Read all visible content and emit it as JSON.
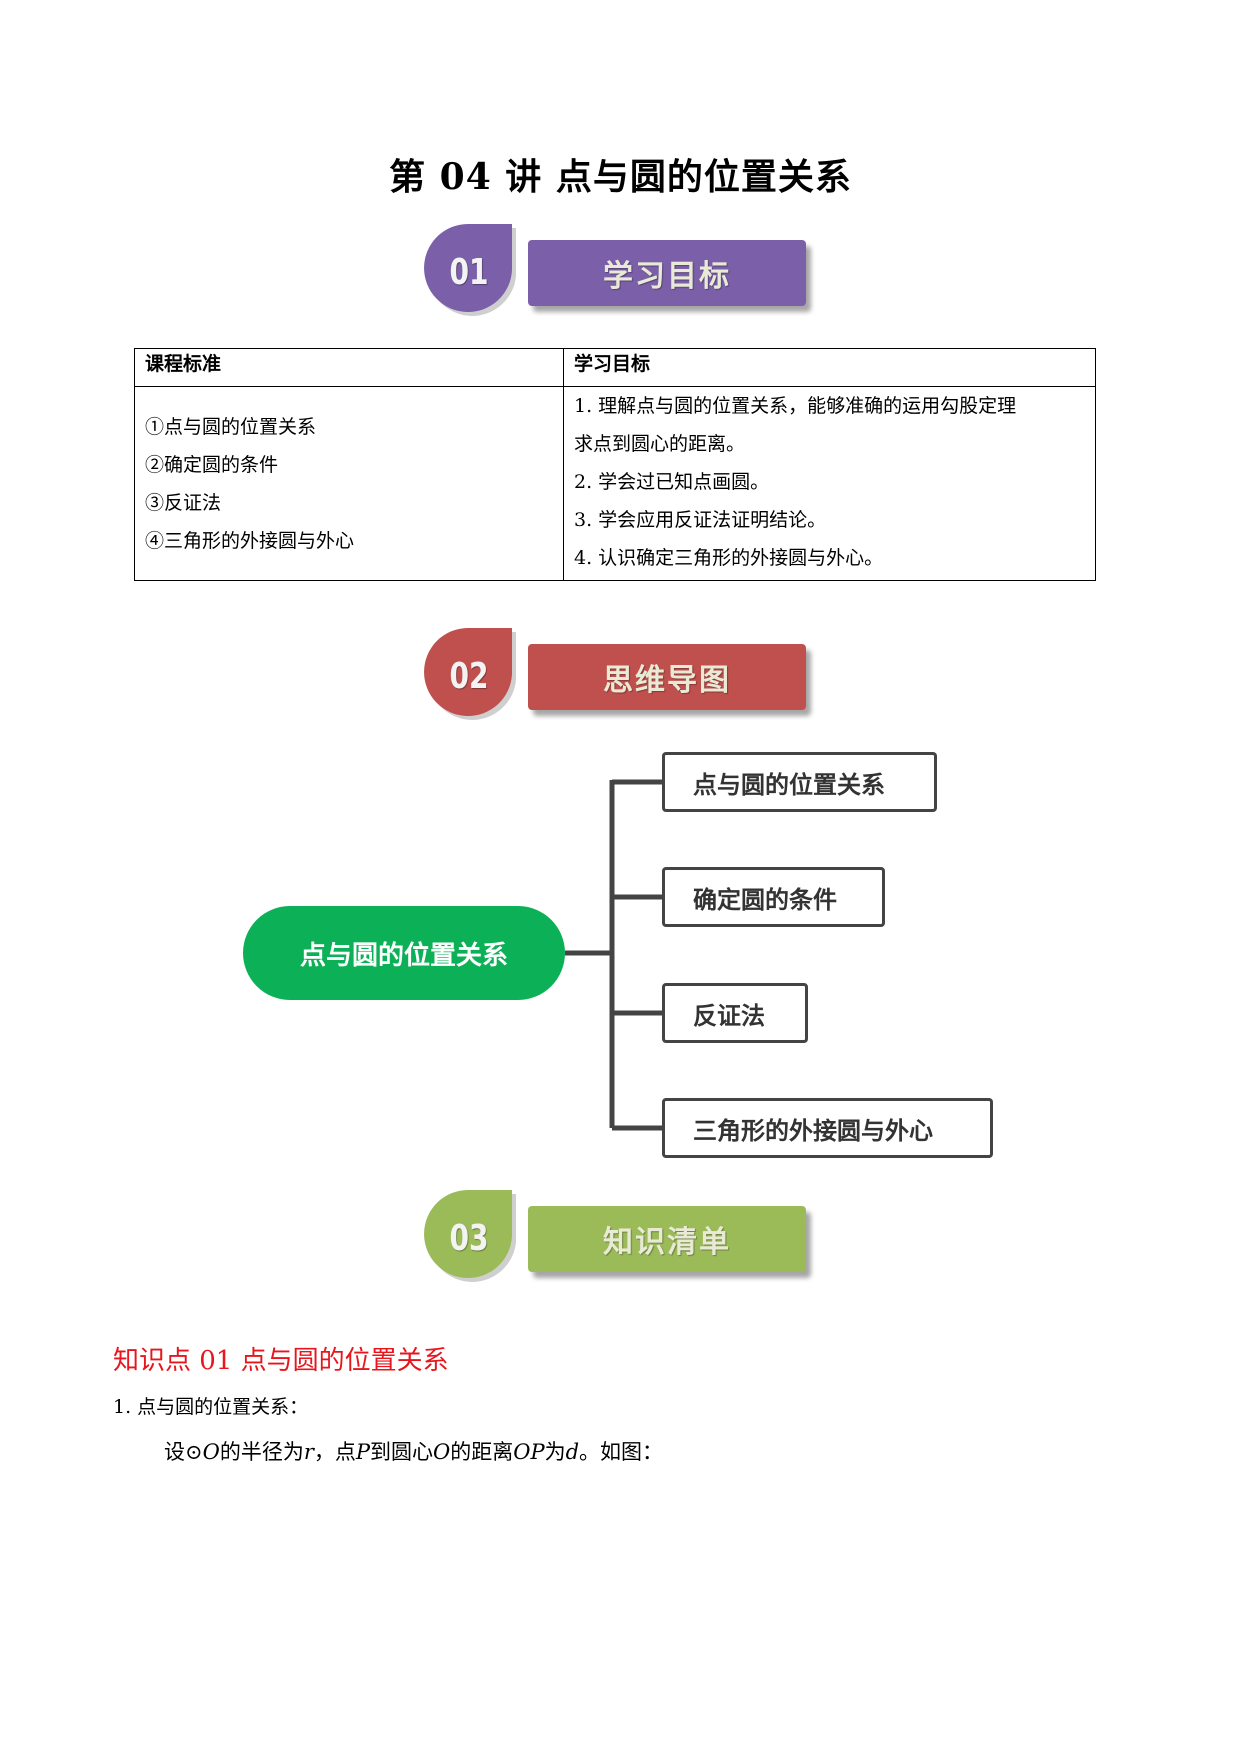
{
  "title": "第 04 讲  点与圆的位置关系",
  "sections": [
    {
      "number": "01",
      "label": "学习目标",
      "color": "#7b5fa8"
    },
    {
      "number": "02",
      "label": "思维导图",
      "color": "#c0504d"
    },
    {
      "number": "03",
      "label": "知识清单",
      "color": "#9bbb59"
    }
  ],
  "table": {
    "headers": [
      "课程标准",
      "学习目标"
    ],
    "standards": [
      "①点与圆的位置关系",
      "②确定圆的条件",
      "③反证法",
      "④三角形的外接圆与外心"
    ],
    "goals": [
      "1. 理解点与圆的位置关系，能够准确的运用勾股定理",
      "求点到圆心的距离。",
      "2. 学会过已知点画圆。",
      "3. 学会应用反证法证明结论。",
      "4. 认识确定三角形的外接圆与外心。"
    ]
  },
  "mindmap": {
    "root": "点与圆的位置关系",
    "root_color": "#0bb057",
    "branches": [
      "点与圆的位置关系",
      "确定圆的条件",
      "反证法",
      "三角形的外接圆与外心"
    ]
  },
  "knowledge": {
    "heading": "知识点 01  点与圆的位置关系",
    "heading_color": "#e8161c",
    "item1": "1. 点与圆的位置关系：",
    "para": {
      "p1": "设⊙",
      "O1": "O",
      "p2": "的半径为",
      "r": "r",
      "p3": "，点",
      "P": "P",
      "p4": "到圆心",
      "O2": "O",
      "p5": "的距离",
      "OP": "OP",
      "p6": "为",
      "d": "d",
      "p7": "。如图："
    }
  }
}
